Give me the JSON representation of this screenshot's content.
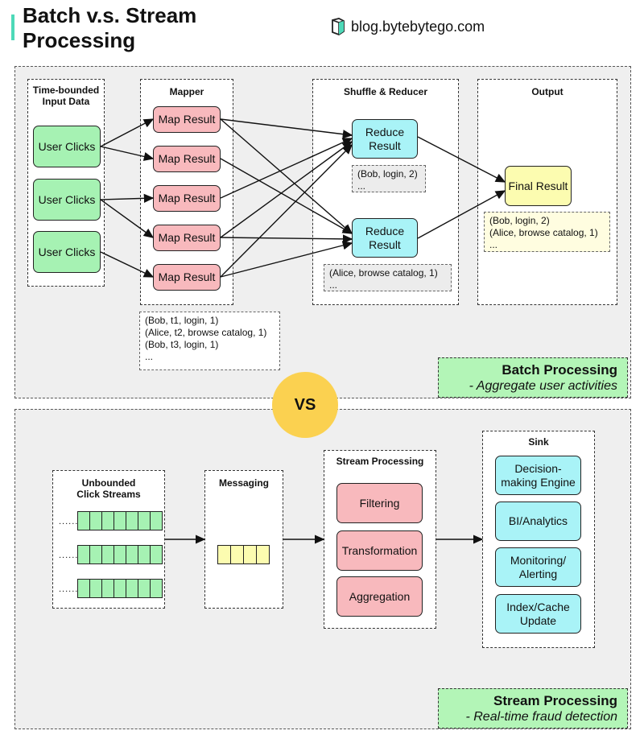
{
  "header": {
    "title_line1": "Batch v.s. Stream",
    "title_line2": "Processing",
    "brand": "blog.bytebytego.com"
  },
  "batch": {
    "input_label_1": "Time-bounded",
    "input_label_2": "Input Data",
    "inputs": [
      "User Clicks",
      "User Clicks",
      "User Clicks"
    ],
    "mapper_label": "Mapper",
    "map_results": [
      "Map Result",
      "Map Result",
      "Map Result",
      "Map Result",
      "Map Result"
    ],
    "mapper_note": [
      "(Bob, t1, login, 1)",
      "(Alice, t2, browse catalog, 1)",
      "(Bob, t3, login, 1)",
      "..."
    ],
    "reducer_label": "Shuffle & Reducer",
    "reduce_results": [
      "Reduce\nResult",
      "Reduce\nResult"
    ],
    "reduce_note_1": [
      "(Bob, login, 2)",
      "..."
    ],
    "reduce_note_2": [
      "(Alice, browse catalog, 1)",
      "..."
    ],
    "output_label": "Output",
    "final_result": "Final Result",
    "output_note": [
      "(Bob, login, 2)",
      "(Alice, browse catalog, 1)",
      "..."
    ],
    "badge_title": "Batch Processing",
    "badge_sub": "- Aggregate user activities"
  },
  "vs": "VS",
  "stream": {
    "source_label_1": "Unbounded",
    "source_label_2": "Click Streams",
    "stream_dots": "......",
    "messaging_label": "Messaging",
    "processing_label": "Stream Processing",
    "steps": [
      "Filtering",
      "Transformation",
      "Aggregation"
    ],
    "sink_label": "Sink",
    "sinks": [
      "Decision-\nmaking Engine",
      "BI/Analytics",
      "Monitoring/\nAlerting",
      "Index/Cache\nUpdate"
    ],
    "badge_title": "Stream Processing",
    "badge_sub": "- Real-time fraud detection"
  },
  "colors": {
    "accent": "#4dd9b8",
    "panel": "#efefef",
    "green": "#a6f2b3",
    "red": "#f8b9bd",
    "cyan": "#a9f3f7",
    "yellow": "#fcfcb0",
    "vs": "#fbd150"
  }
}
